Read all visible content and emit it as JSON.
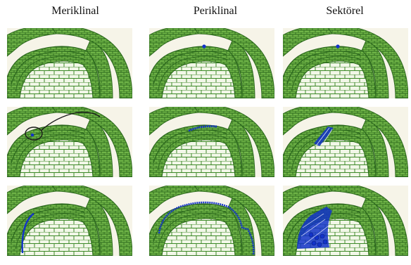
{
  "columns": [
    {
      "label": "Meriklinal"
    },
    {
      "label": "Periklinal"
    },
    {
      "label": "Sektörel"
    }
  ],
  "colors": {
    "tissue_dark": "#2d6a1e",
    "tissue_mid": "#4c9a30",
    "tissue_light": "#8fcf62",
    "cavity": "#f6f4e8",
    "highlight": "#1233c8",
    "pointer": "#1a1a1a"
  },
  "panels": [
    {
      "column": "Meriklinal",
      "row": 1,
      "highlight": "none"
    },
    {
      "column": "Meriklinal",
      "row": 2,
      "highlight": "circled-initial-cell"
    },
    {
      "column": "Meriklinal",
      "row": 3,
      "highlight": "radial-sector-line"
    },
    {
      "column": "Periklinal",
      "row": 1,
      "highlight": "single-cell"
    },
    {
      "column": "Periklinal",
      "row": 2,
      "highlight": "short-layer-row"
    },
    {
      "column": "Periklinal",
      "row": 3,
      "highlight": "outer-layer-outline"
    },
    {
      "column": "Sektörel",
      "row": 1,
      "highlight": "single-cell"
    },
    {
      "column": "Sektörel",
      "row": 2,
      "highlight": "small-sector"
    },
    {
      "column": "Sektörel",
      "row": 3,
      "highlight": "large-sector"
    }
  ]
}
